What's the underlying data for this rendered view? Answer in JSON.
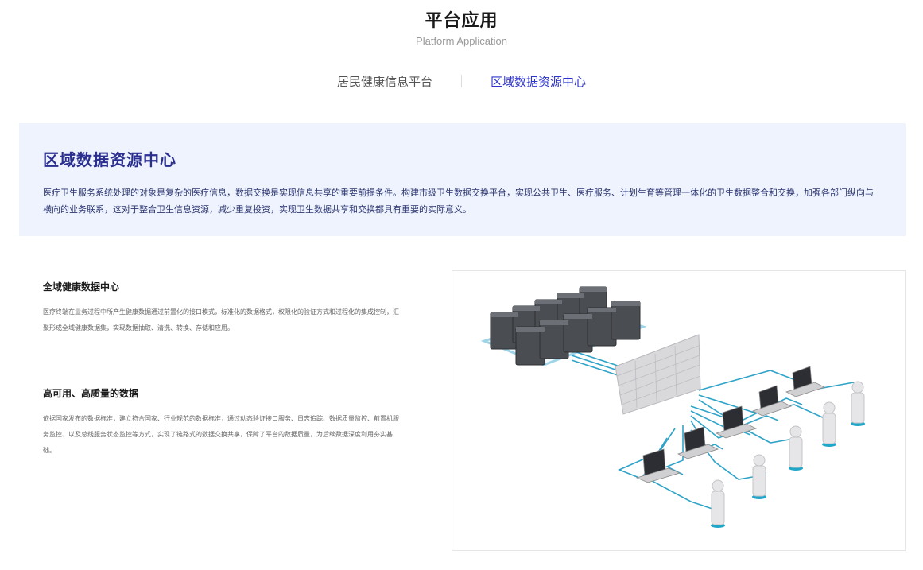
{
  "header": {
    "title": "平台应用",
    "subtitle": "Platform Application"
  },
  "tabs": [
    {
      "label": "居民健康信息平台",
      "active": false
    },
    {
      "label": "区域数据资源中心",
      "active": true
    }
  ],
  "intro": {
    "title": "区域数据资源中心",
    "text": "医疗卫生服务系统处理的对象是复杂的医疗信息，数据交换是实现信息共享的重要前提条件。构建市级卫生数据交换平台，实现公共卫生、医疗服务、计划生育等管理一体化的卫生数据整合和交换，加强各部门纵向与横向的业务联系，这对于整合卫生信息资源，减少重复投资，实现卫生数据共享和交换都具有重要的实际意义。"
  },
  "features": [
    {
      "title": "全域健康数据中心",
      "desc": "医疗终端在业务过程中所产生健康数据通过前置化的接口模式，标准化的数据格式，权限化的验证方式和过程化的集成控制，汇聚形成全域健康数据集，实现数据抽取、清洗、转换、存储和应用。"
    },
    {
      "title": "高可用、高质量的数据",
      "desc": "依据国家发布的数据标准，建立符合国家、行业规范的数据标准，通过动态验证接口服务、日志追踪、数据质量监控、前置机服务监控、以及总线服务状态监控等方式，实现了链路式的数据交换共享，保障了平台的数据质量，为后续数据深度利用夯实基础。"
    }
  ],
  "colors": {
    "accent": "#2f35c9",
    "intro_bg": "#eef3fd",
    "intro_title": "#2a2f8f",
    "network_line": "#2fa3c8"
  },
  "icons": [
    "server-cluster-icon",
    "firewall-icon",
    "laptop-icon",
    "user-figure-icon"
  ]
}
